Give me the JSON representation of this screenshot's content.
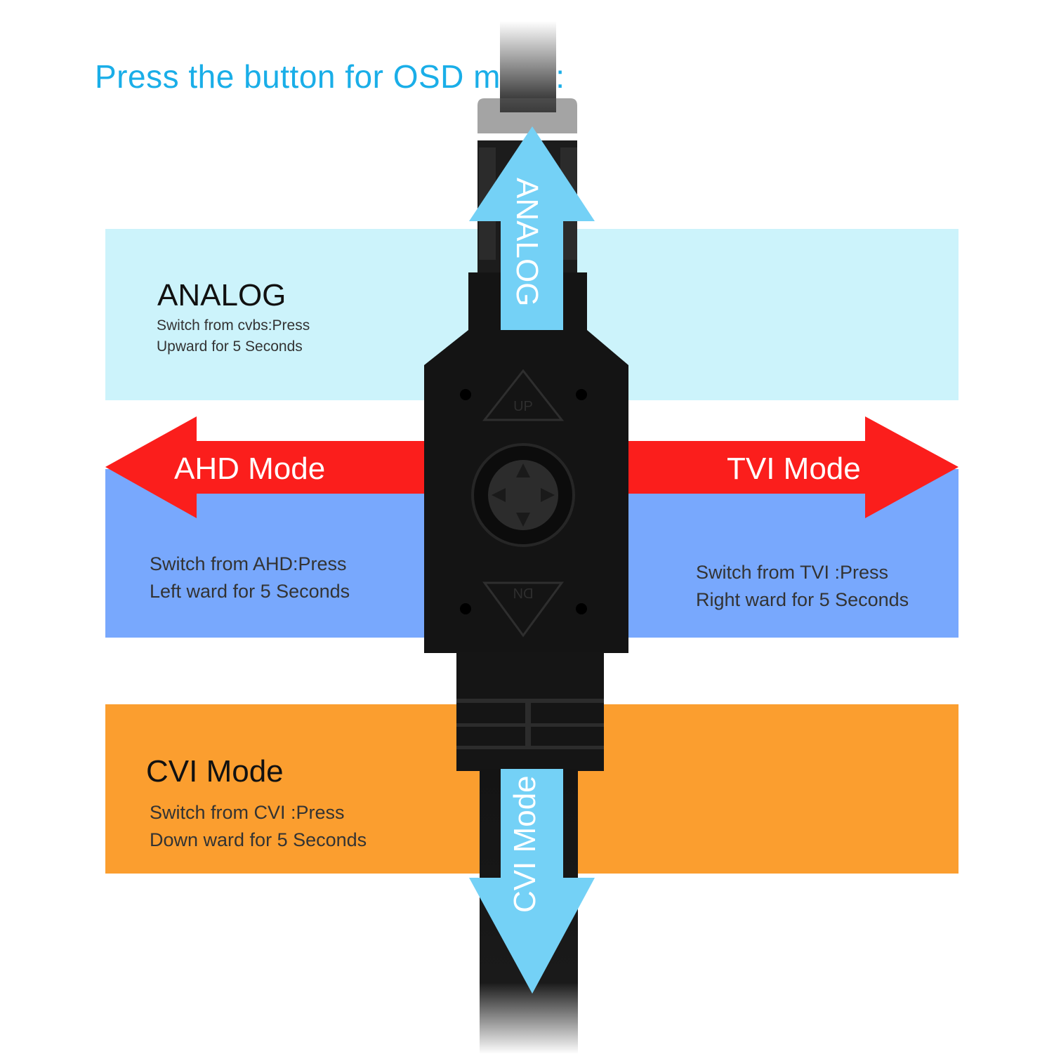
{
  "title": "Press the button for OSD menu:",
  "analog": {
    "title": "ANALOG",
    "desc_line1": "Switch from cvbs:Press",
    "desc_line2": "Upward for 5 Seconds",
    "arrow_label": "ANALOG"
  },
  "ahd": {
    "arrow_label": "AHD Mode",
    "desc_line1": "Switch from AHD:Press",
    "desc_line2": "Left ward for 5 Seconds"
  },
  "tvi": {
    "arrow_label": "TVI  Mode",
    "desc_line1": "Switch from TVI :Press",
    "desc_line2": "Right ward for 5 Seconds"
  },
  "cvi": {
    "title": "CVI  Mode",
    "desc_line1": "Switch from CVI :Press",
    "desc_line2": "Down ward for 5 Seconds",
    "arrow_label": "CVI  Mode"
  },
  "device": {
    "up_label": "UP",
    "dn_label": "DN"
  },
  "colors": {
    "title": "#1aaee8",
    "analog_band": "#ccf3fb",
    "blue_band": "#78a8fd",
    "cvi_band": "#fb9e2f",
    "red_arrow": "#fb1e1c",
    "cyan_arrow": "#74d1f6",
    "device": "#141414"
  }
}
